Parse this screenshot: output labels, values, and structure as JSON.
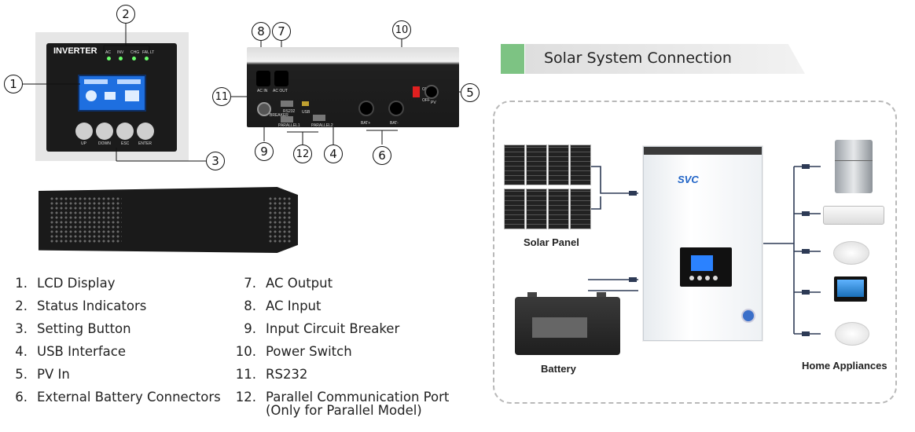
{
  "panel": {
    "title": "INVERTER",
    "indicators": [
      "AC",
      "INV",
      "CHG",
      "FAULT"
    ],
    "buttons": [
      "UP",
      "DOWN",
      "ESC",
      "ENTER"
    ]
  },
  "back_panel": {
    "labels": {
      "ac_in": "AC IN",
      "ac_out": "AC OUT",
      "rs232": "RS232",
      "usb": "USB",
      "parallel1": "PARALLEL1",
      "parallel2": "PARALLEL2",
      "breaker": "BREAKER",
      "bat_plus": "BAT+",
      "bat_minus": "BAT-",
      "on": "ON",
      "off": "OFF",
      "pv": "PV"
    }
  },
  "callouts": [
    "1",
    "2",
    "3",
    "4",
    "5",
    "6",
    "7",
    "8",
    "9",
    "10",
    "11",
    "12"
  ],
  "legend": {
    "left": [
      {
        "num": "1.",
        "text": "LCD Display"
      },
      {
        "num": "2.",
        "text": "Status Indicators"
      },
      {
        "num": "3.",
        "text": "Setting Button"
      },
      {
        "num": "4.",
        "text": "USB Interface"
      },
      {
        "num": "5.",
        "text": "PV In"
      },
      {
        "num": "6.",
        "text": "External Battery Connectors"
      }
    ],
    "right": [
      {
        "num": "7.",
        "text": "AC Output"
      },
      {
        "num": "8.",
        "text": "AC Input"
      },
      {
        "num": "9.",
        "text": "Input Circuit Breaker"
      },
      {
        "num": "10.",
        "text": "Power Switch"
      },
      {
        "num": "11.",
        "text": "RS232"
      },
      {
        "num": "12.",
        "text": "Parallel Communication Port"
      }
    ],
    "right_extra": "(Only for Parallel Model)"
  },
  "connection": {
    "title": "Solar System Connection",
    "solar_label": "Solar Panel",
    "battery_label": "Battery",
    "appliances_label": "Home Appliances",
    "brand": "SVC"
  },
  "colors": {
    "accent_green": "#7dc383",
    "panel_black": "#1b1b1b",
    "lcd_blue": "#1e6fe0",
    "switch_red": "#e02020"
  }
}
